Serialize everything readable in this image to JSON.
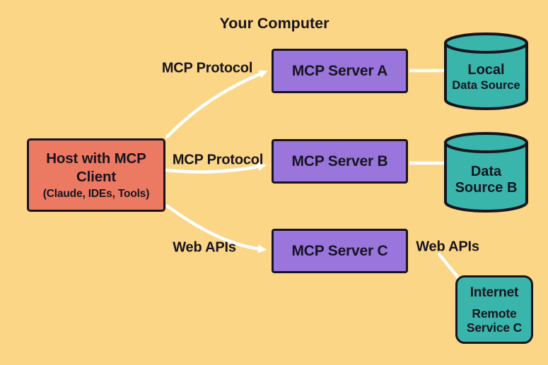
{
  "title": "Your Computer",
  "nodes": {
    "host": {
      "name": "Host with MCP Client",
      "detail": "(Claude, IDEs, Tools)"
    },
    "server_a": {
      "label": "MCP Server A"
    },
    "server_b": {
      "label": "MCP Server B"
    },
    "server_c": {
      "label": "MCP Server C"
    },
    "local_data_source": {
      "line1": "Local",
      "line2": "Data Source"
    },
    "data_source_b": {
      "line1": "Data",
      "line2": "Source B"
    },
    "remote_service": {
      "line1": "Internet",
      "line2": "Remote",
      "line3": "Service C"
    }
  },
  "edges": {
    "host_to_a": {
      "label": "MCP Protocol"
    },
    "host_to_b": {
      "label": "MCP Protocol"
    },
    "host_to_c": {
      "label": "Web APIs"
    },
    "c_to_remote": {
      "label": "Web APIs"
    }
  },
  "colors": {
    "background": "#FCD687",
    "host_fill": "#EC7962",
    "server_fill": "#9A75DC",
    "datastore_fill": "#3AB5AB",
    "ink": "#17141F",
    "arrow": "#FFFFFF"
  }
}
